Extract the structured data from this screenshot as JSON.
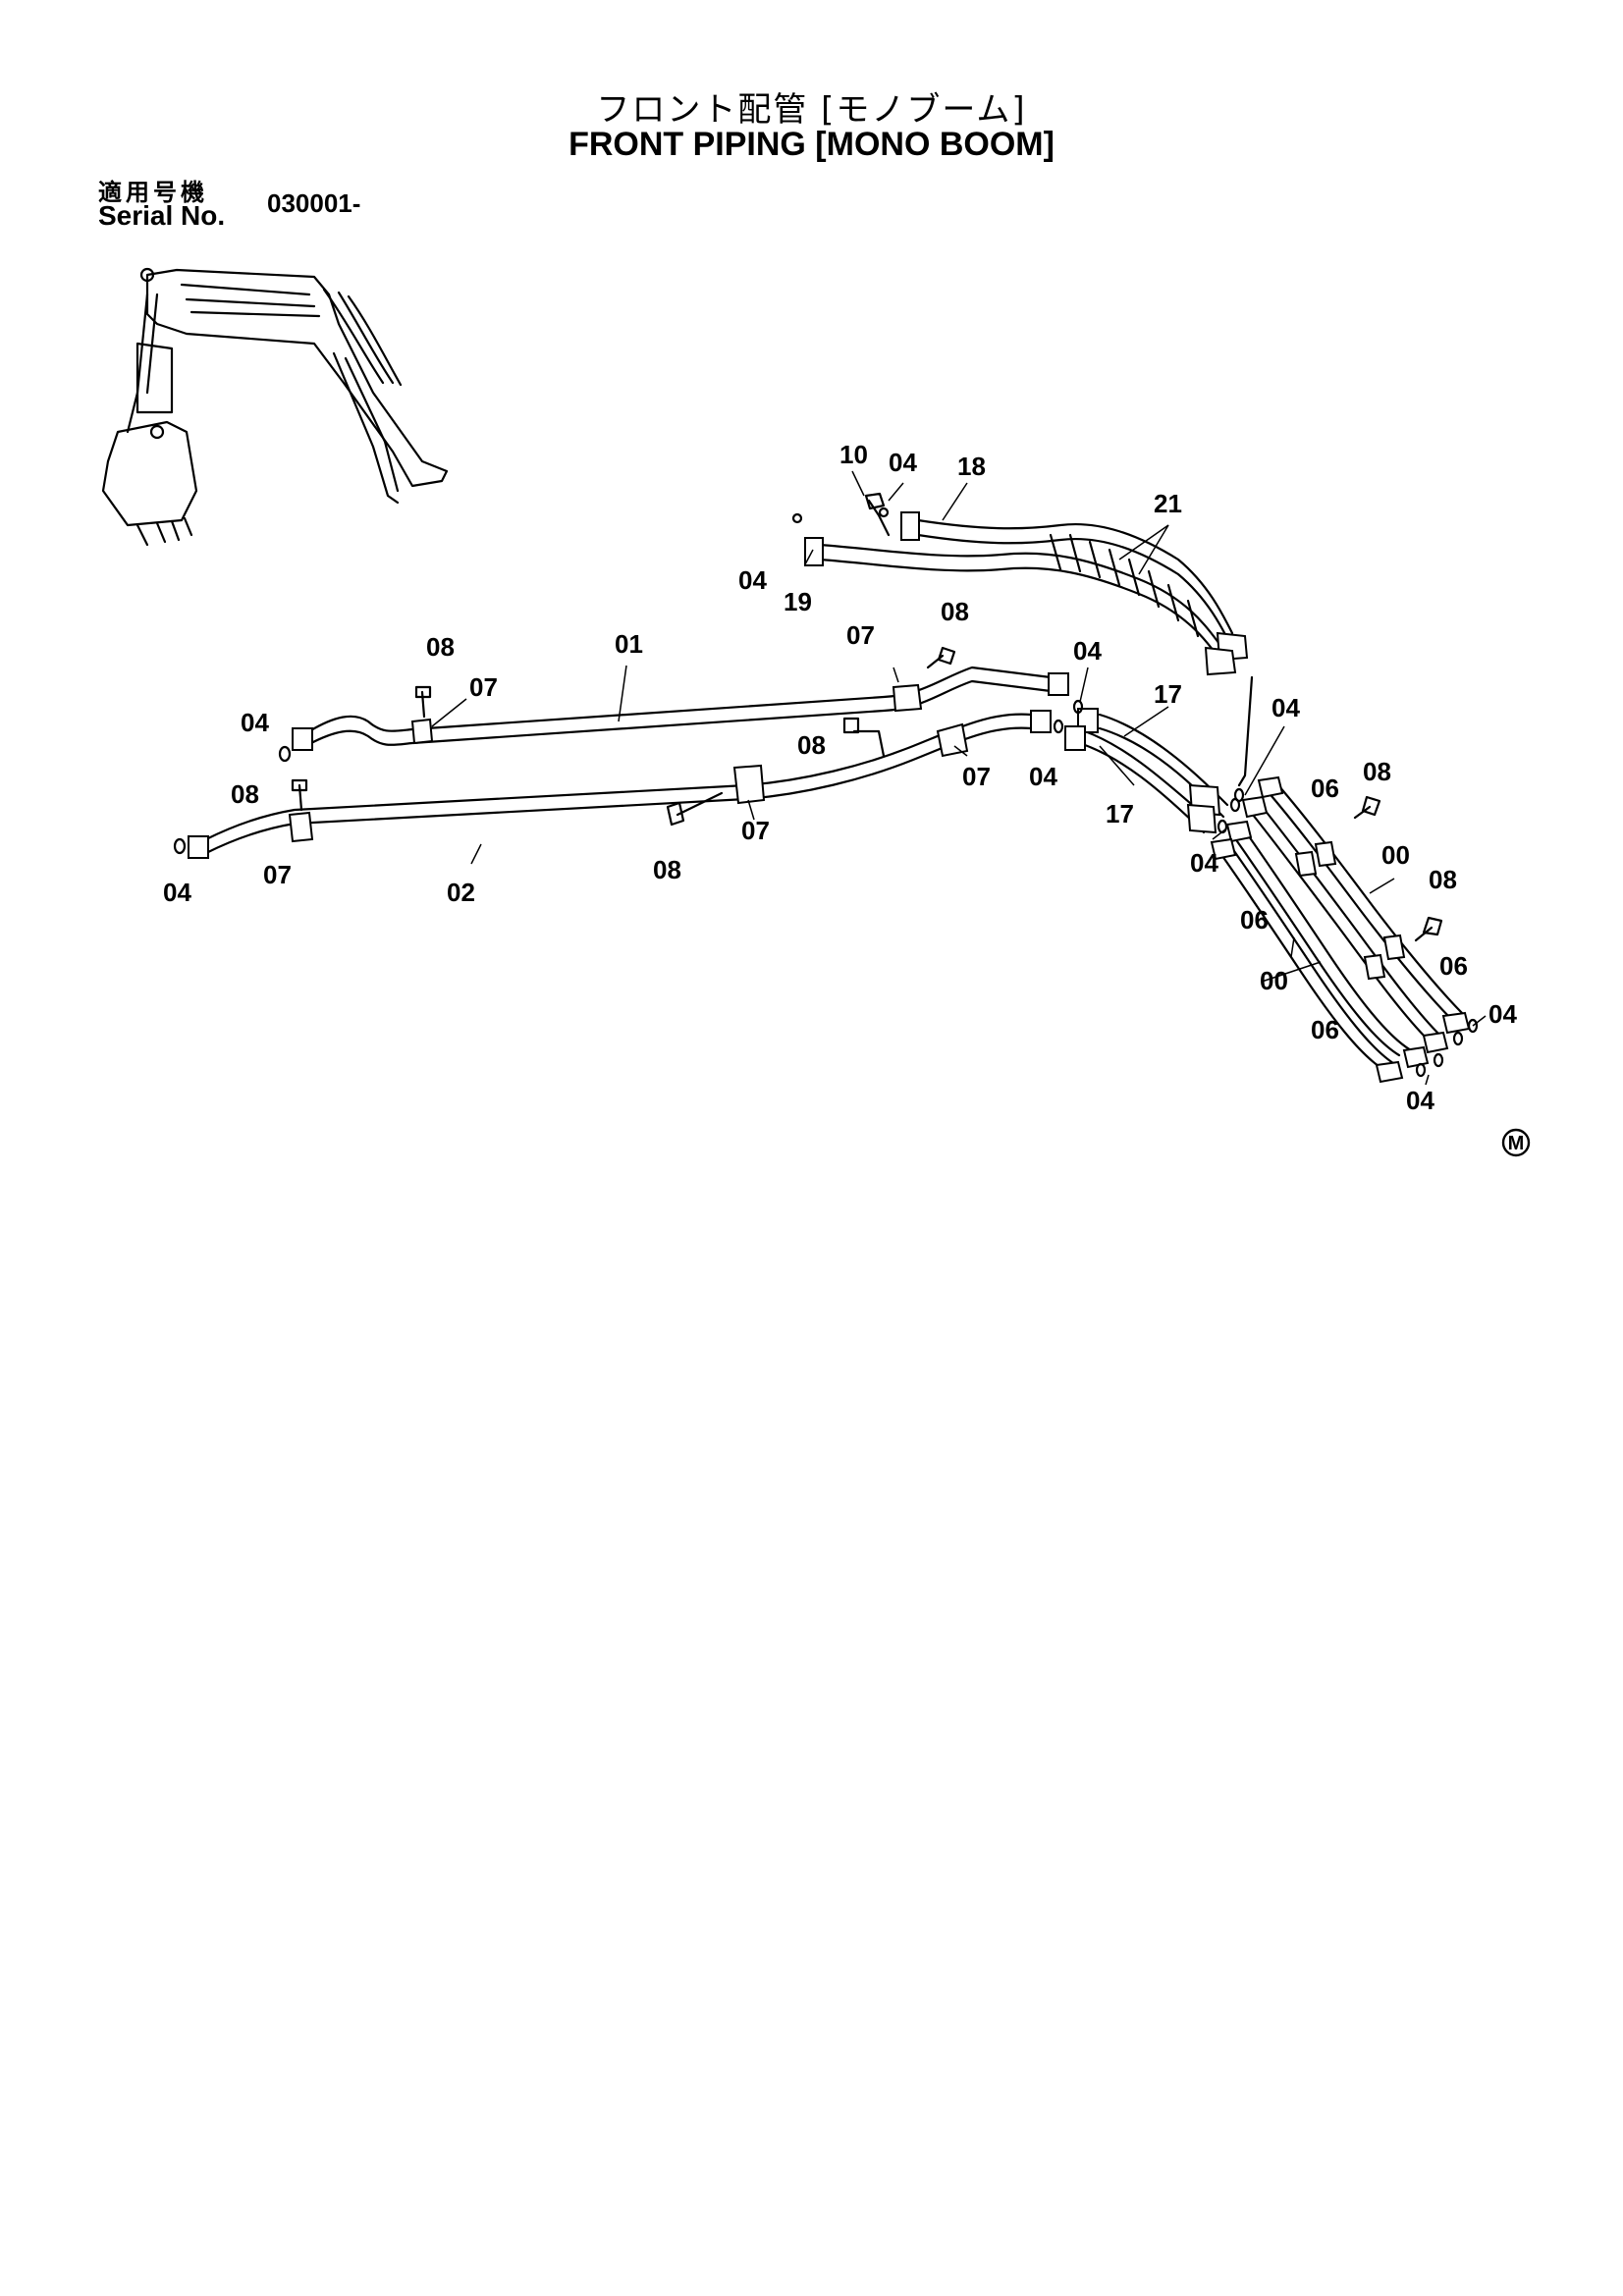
{
  "title": {
    "jp": "フロント配管 [モノブーム]",
    "en": "FRONT PIPING [MONO BOOM]"
  },
  "serial": {
    "label_jp": "適用号機",
    "label_en": "Serial No.",
    "value": "030001-"
  },
  "parts_labels": [
    "10",
    "04",
    "18",
    "21",
    "04",
    "19",
    "08",
    "01",
    "07",
    "08",
    "04",
    "07",
    "04",
    "17",
    "08",
    "07",
    "08",
    "07",
    "04",
    "04",
    "08",
    "06",
    "08",
    "07",
    "02",
    "08",
    "17",
    "04",
    "00",
    "04",
    "08",
    "06",
    "06",
    "00",
    "06",
    "04",
    "04"
  ],
  "mark": "M"
}
